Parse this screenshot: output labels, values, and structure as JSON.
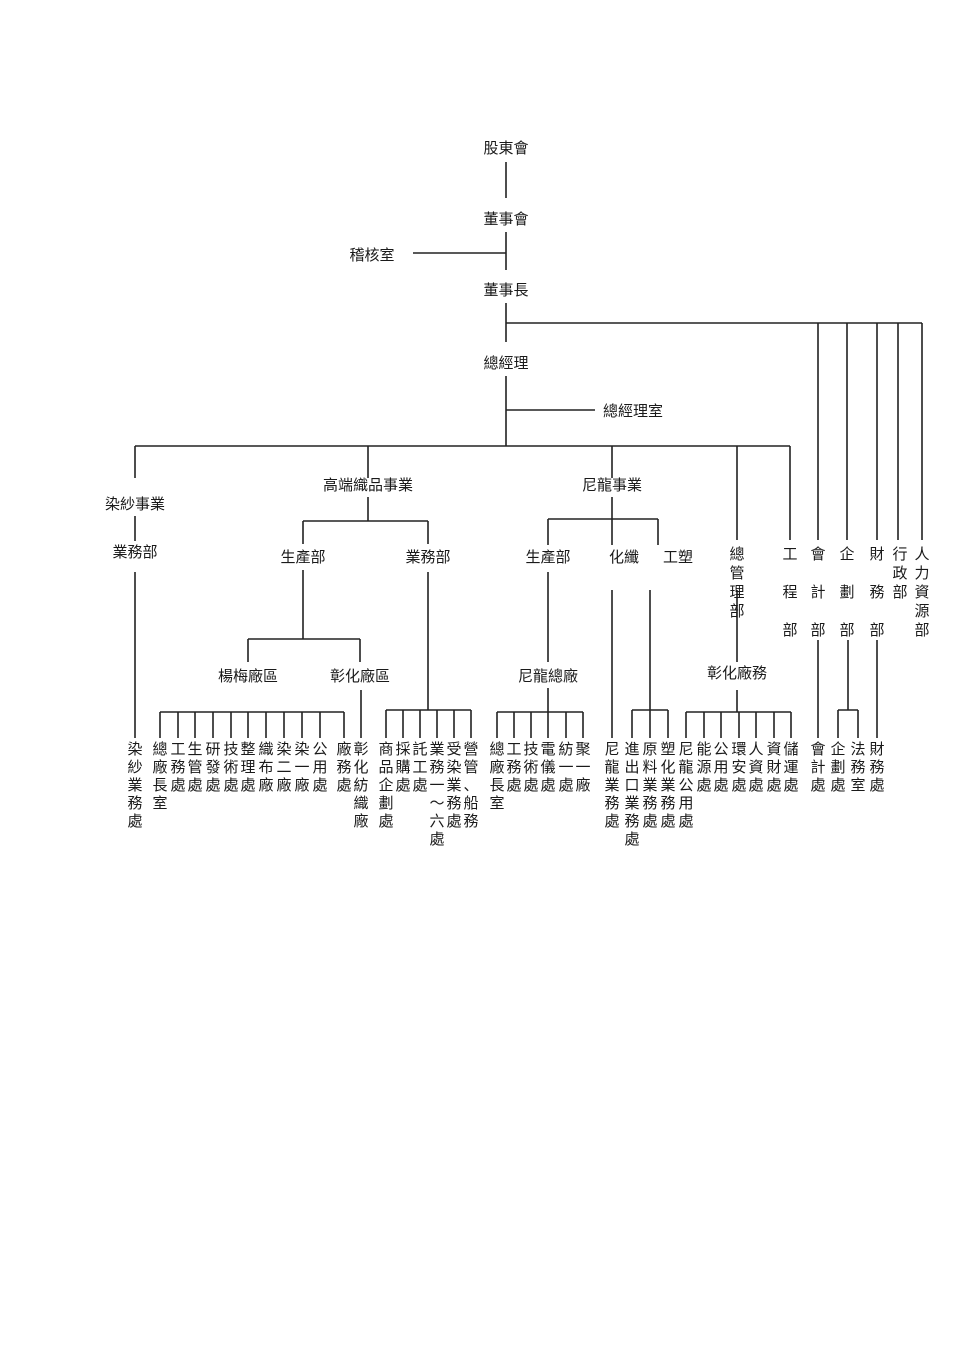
{
  "org_chart": {
    "top": {
      "shareholders": "股東會",
      "board": "董事會",
      "audit": "稽核室",
      "chairman": "董事長",
      "gm": "總經理",
      "gm_office": "總經理室"
    },
    "divisions": {
      "yarn_dyeing": {
        "title": "染紗事業",
        "dept": "業務部",
        "unit": "染紗業務處"
      },
      "high_textile": {
        "title": "高端織品事業",
        "production": "生產部",
        "sales": "業務部",
        "yangmei": "楊梅廠區",
        "changhua": "彰化廠區",
        "yangmei_units": [
          "總廠長室",
          "工務處",
          "生管處",
          "研發處",
          "技術處",
          "整理處",
          "織布廠",
          "染二廠",
          "染一廠",
          "公用處",
          "廠務處"
        ],
        "changhua_unit": "彰化紡織廠",
        "sales_units": [
          "商品企劃處",
          "採購處",
          "託工處",
          "業務一〜六處",
          "受染業務處",
          "營管、船務"
        ]
      },
      "nylon": {
        "title": "尼龍事業",
        "production": "生產部",
        "chemical": "化纖",
        "plastics": "工塑",
        "plant": "尼龍總廠",
        "plant_units": [
          "總廠長室",
          "工務處",
          "技術處",
          "電儀處",
          "紡一處",
          "聚一廠"
        ],
        "chem_unit": "尼龍業務處",
        "plastic_units": [
          "進出口業務處",
          "原料業務處",
          "塑化業務處"
        ]
      },
      "general_mgmt": {
        "title": "總管理部",
        "site": "彰化廠務",
        "units": [
          "尼龍公用處",
          "能源處",
          "公用處",
          "環安處",
          "人資處",
          "資財處",
          "儲運處"
        ]
      },
      "engineering": "工程部",
      "accounting": {
        "title": "會計部",
        "unit": "會計處"
      },
      "planning": {
        "title": "企劃部",
        "units": [
          "企劃處",
          "法務室"
        ]
      },
      "finance": {
        "title": "財務部",
        "unit": "財務處"
      },
      "admin": "行政部",
      "hr": "人力資源部"
    }
  }
}
